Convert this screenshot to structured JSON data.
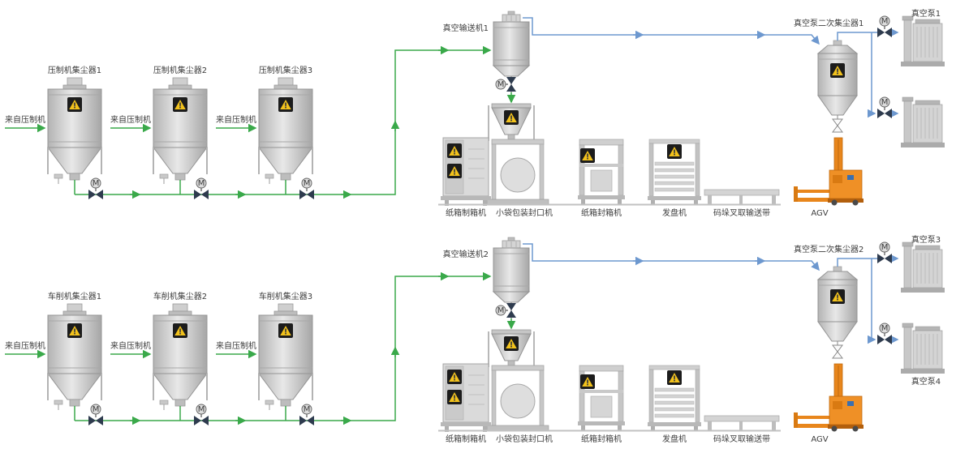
{
  "diagram": {
    "colors": {
      "green_pipe": "#3aa94a",
      "blue_pipe": "#6d98cf",
      "agv_orange": "#e8861c",
      "warning_yellow": "#f2c21c"
    },
    "symbols": {
      "motor": "M",
      "warning_mark": "!"
    },
    "sections": {
      "top": {
        "collectors": [
          "压制机集尘器1",
          "压制机集尘器2",
          "压制机集尘器3"
        ],
        "feeds": [
          "来自压制机",
          "来自压制机",
          "来自压制机"
        ],
        "vacuum_conveyor": "真空输送机1",
        "secondary_collector": "真空泵二次集尘器1",
        "pumps": [
          "真空泵1"
        ],
        "machines": [
          "纸箱制箱机",
          "小袋包装封口机",
          "纸箱封箱机",
          "发盘机",
          "码垛叉取输送带",
          "AGV"
        ]
      },
      "bottom": {
        "collectors": [
          "车削机集尘器1",
          "车削机集尘器2",
          "车削机集尘器3"
        ],
        "feeds": [
          "来自压制机",
          "来自压制机",
          "来自压制机"
        ],
        "vacuum_conveyor": "真空输送机2",
        "secondary_collector": "真空泵二次集尘器2",
        "pumps": [
          "真空泵3",
          "真空泵4"
        ],
        "machines": [
          "纸箱制箱机",
          "小袋包装封口机",
          "纸箱封箱机",
          "发盘机",
          "码垛叉取输送带",
          "AGV"
        ]
      }
    }
  }
}
